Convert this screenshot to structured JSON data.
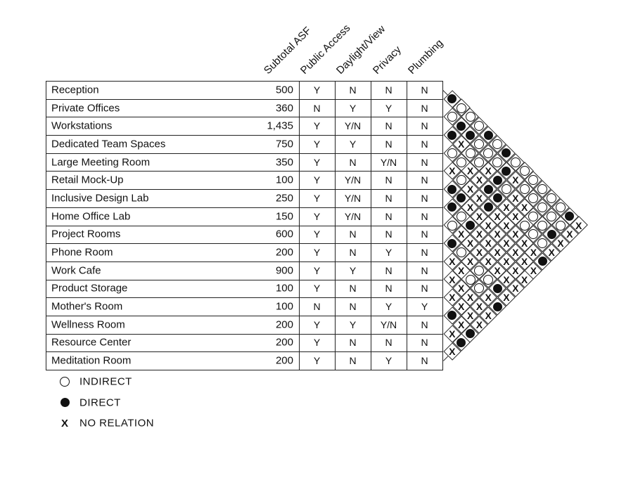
{
  "table": {
    "column_headers": [
      "Subtotal ASF",
      "Public Access",
      "Daylight/View",
      "Privacy",
      "Plumbing"
    ],
    "rows": [
      {
        "name": "Reception",
        "asf": "500",
        "public_access": "Y",
        "daylight_view": "N",
        "privacy": "N",
        "plumbing": "N"
      },
      {
        "name": "Private Offices",
        "asf": "360",
        "public_access": "N",
        "daylight_view": "Y",
        "privacy": "Y",
        "plumbing": "N"
      },
      {
        "name": "Workstations",
        "asf": "1,435",
        "public_access": "Y",
        "daylight_view": "Y/N",
        "privacy": "N",
        "plumbing": "N"
      },
      {
        "name": "Dedicated Team Spaces",
        "asf": "750",
        "public_access": "Y",
        "daylight_view": "Y",
        "privacy": "N",
        "plumbing": "N"
      },
      {
        "name": "Large Meeting Room",
        "asf": "350",
        "public_access": "Y",
        "daylight_view": "N",
        "privacy": "Y/N",
        "plumbing": "N"
      },
      {
        "name": "Retail Mock-Up",
        "asf": "100",
        "public_access": "Y",
        "daylight_view": "Y/N",
        "privacy": "N",
        "plumbing": "N"
      },
      {
        "name": "Inclusive Design Lab",
        "asf": "250",
        "public_access": "Y",
        "daylight_view": "Y/N",
        "privacy": "N",
        "plumbing": "N"
      },
      {
        "name": "Home Office Lab",
        "asf": "150",
        "public_access": "Y",
        "daylight_view": "Y/N",
        "privacy": "N",
        "plumbing": "N"
      },
      {
        "name": "Project Rooms",
        "asf": "600",
        "public_access": "Y",
        "daylight_view": "N",
        "privacy": "N",
        "plumbing": "N"
      },
      {
        "name": "Phone Room",
        "asf": "200",
        "public_access": "Y",
        "daylight_view": "N",
        "privacy": "Y",
        "plumbing": "N"
      },
      {
        "name": "Work Cafe",
        "asf": "900",
        "public_access": "Y",
        "daylight_view": "Y",
        "privacy": "N",
        "plumbing": "N"
      },
      {
        "name": "Product Storage",
        "asf": "100",
        "public_access": "Y",
        "daylight_view": "N",
        "privacy": "N",
        "plumbing": "N"
      },
      {
        "name": "Mother's Room",
        "asf": "100",
        "public_access": "N",
        "daylight_view": "N",
        "privacy": "Y",
        "plumbing": "Y"
      },
      {
        "name": "Wellness Room",
        "asf": "200",
        "public_access": "Y",
        "daylight_view": "Y",
        "privacy": "Y/N",
        "plumbing": "N"
      },
      {
        "name": "Resource Center",
        "asf": "200",
        "public_access": "Y",
        "daylight_view": "N",
        "privacy": "N",
        "plumbing": "N"
      },
      {
        "name": "Meditation Room",
        "asf": "200",
        "public_access": "Y",
        "daylight_view": "N",
        "privacy": "Y",
        "plumbing": "N"
      }
    ]
  },
  "adjacency_matrix": {
    "codes": {
      "D": "DIRECT",
      "I": "INDIRECT",
      "X": "NO RELATION"
    },
    "relations": [
      [
        "D",
        "I",
        "I",
        "I",
        "D",
        "I",
        "D",
        "I",
        "I",
        "I",
        "I",
        "I",
        "I",
        "D",
        "X"
      ],
      [
        "I",
        "D",
        "D",
        "I",
        "I",
        "I",
        "D",
        "X",
        "I",
        "I",
        "I",
        "I",
        "I",
        "X"
      ],
      [
        "D",
        "X",
        "I",
        "I",
        "X",
        "D",
        "I",
        "X",
        "X",
        "I",
        "I",
        "D",
        "X"
      ],
      [
        "I",
        "I",
        "X",
        "X",
        "D",
        "D",
        "X",
        "X",
        "I",
        "I",
        "I",
        "X"
      ],
      [
        "X",
        "I",
        "X",
        "X",
        "D",
        "X",
        "X",
        "X",
        "X",
        "X",
        "D"
      ],
      [
        "D",
        "D",
        "X",
        "X",
        "X",
        "X",
        "X",
        "X",
        "X",
        "X"
      ],
      [
        "D",
        "I",
        "D",
        "X",
        "X",
        "X",
        "X",
        "X",
        "X"
      ],
      [
        "I",
        "X",
        "X",
        "X",
        "X",
        "X",
        "X",
        "X"
      ],
      [
        "D",
        "I",
        "X",
        "I",
        "I",
        "D",
        "X"
      ],
      [
        "X",
        "X",
        "I",
        "I",
        "X",
        "D"
      ],
      [
        "X",
        "X",
        "X",
        "X",
        "X"
      ],
      [
        "X",
        "X",
        "X",
        "X"
      ],
      [
        "D",
        "X",
        "D"
      ],
      [
        "X",
        "D"
      ],
      [
        "X"
      ]
    ]
  },
  "legend": {
    "items": [
      {
        "symbol": "open-circle",
        "label": "INDIRECT"
      },
      {
        "symbol": "filled-circle",
        "label": "DIRECT"
      },
      {
        "symbol": "x-mark",
        "label": "NO RELATION"
      }
    ]
  },
  "colors": {
    "ink": "#111111",
    "line": "#222222"
  }
}
